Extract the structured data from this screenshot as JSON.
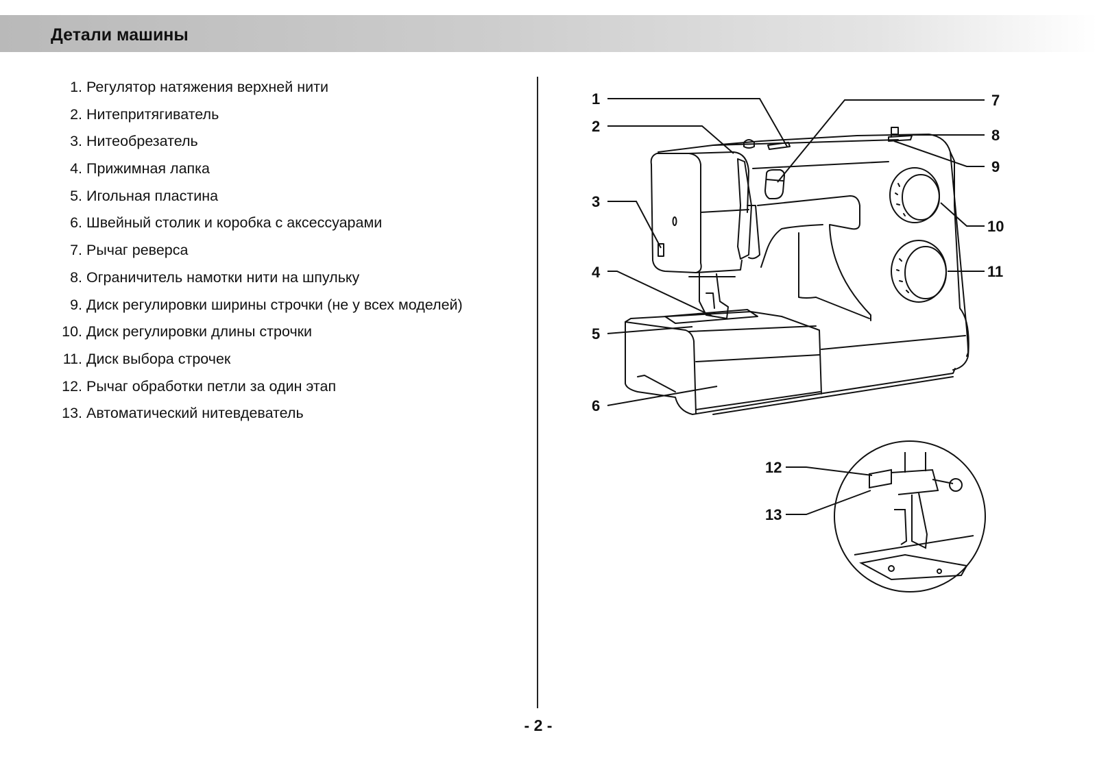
{
  "header": {
    "title": "Детали машины"
  },
  "parts": [
    {
      "num": "1.",
      "text": "Регулятор натяжения верхней нити"
    },
    {
      "num": "2.",
      "text": "Нитепритягиватель"
    },
    {
      "num": "3.",
      "text": "Нитеобрезатель"
    },
    {
      "num": "4.",
      "text": "Прижимная лапка"
    },
    {
      "num": "5.",
      "text": "Игольная пластина"
    },
    {
      "num": "6.",
      "text": "Швейный столик и коробка с аксессуарами"
    },
    {
      "num": "7.",
      "text": "Рычаг реверса"
    },
    {
      "num": "8.",
      "text": "Ограничитель намотки нити на шпульку"
    },
    {
      "num": "9.",
      "text": "Диск регулировки ширины строчки (не у всех моделей)"
    },
    {
      "num": "10.",
      "text": "Диск регулировки длины строчки"
    },
    {
      "num": "11.",
      "text": "Диск выбора строчек"
    },
    {
      "num": "12.",
      "text": "Рычаг обработки петли за один этап"
    },
    {
      "num": "13.",
      "text": "Автоматический нитевдеватель"
    }
  ],
  "callouts": {
    "c1": "1",
    "c2": "2",
    "c3": "3",
    "c4": "4",
    "c5": "5",
    "c6": "6",
    "c7": "7",
    "c8": "8",
    "c9": "9",
    "c10": "10",
    "c11": "11",
    "c12": "12",
    "c13": "13"
  },
  "footer": {
    "page_number": "- 2 -"
  }
}
